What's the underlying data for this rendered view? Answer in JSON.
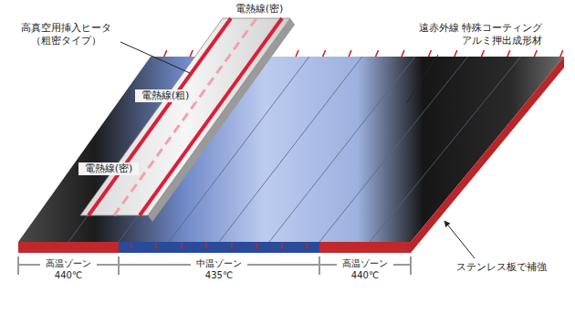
{
  "diagram": {
    "labels": [
      "電熱線(密)",
      "高真空用挿入ヒータ （粗密タイプ）",
      "遠赤外線 特殊コーティング アルミ押出成形材",
      "電熱線(粗)",
      "電熱線(密)",
      "高温ゾーン 440℃",
      "中温ゾーン 435℃",
      "高温ゾーン 440℃",
      "ステンレス板で補強"
    ]
  }
}
